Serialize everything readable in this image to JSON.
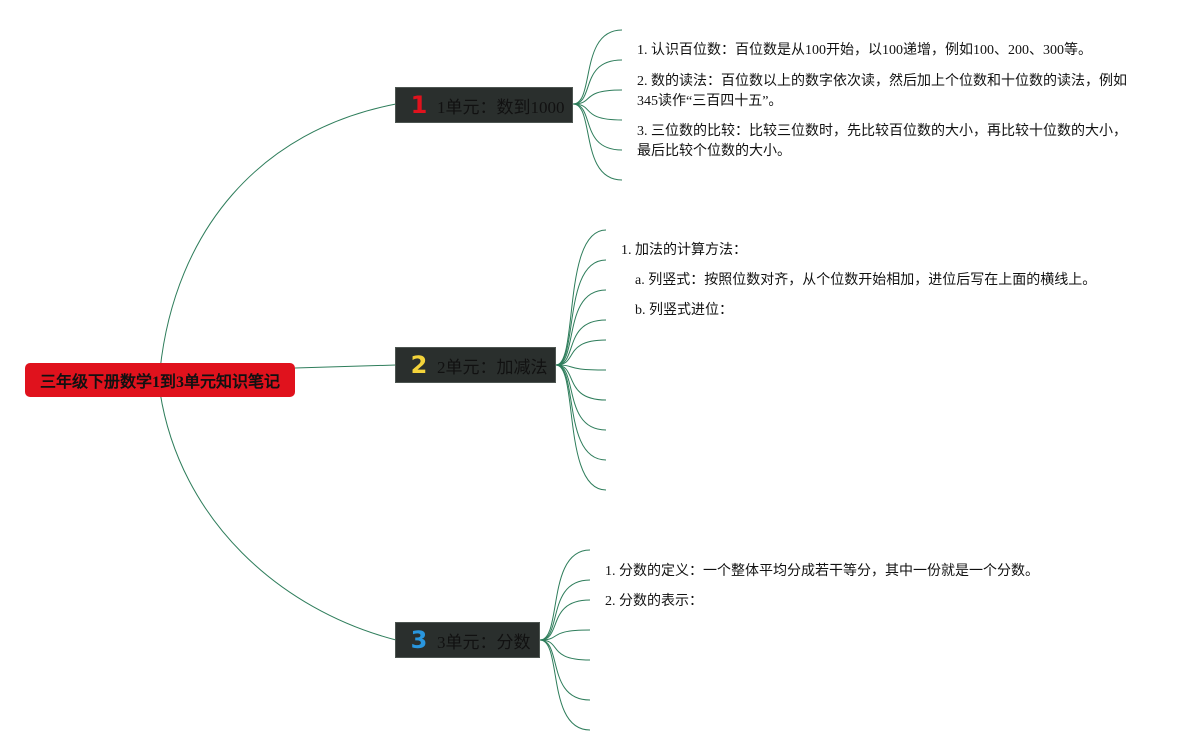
{
  "root": {
    "title": "三年级下册数学1到3单元知识笔记"
  },
  "colors": {
    "root_fill": "#e0121d",
    "node_fill": "#2a2f2d",
    "connector": "#2e7d5b"
  },
  "units": [
    {
      "number": "1",
      "number_color": "#e0121d",
      "label": "1单元：数到1000",
      "notes": [
        "1. 认识百位数：百位数是从100开始，以100递增，例如100、200、300等。",
        "2. 数的读法：百位数以上的数字依次读，然后加上个位数和十位数的读法，例如345读作“三百四十五”。",
        "3. 三位数的比较：比较三位数时，先比较百位数的大小，再比较十位数的大小，最后比较个位数的大小。"
      ]
    },
    {
      "number": "2",
      "number_color": "#f3d33a",
      "label": "2单元：加减法",
      "notes": [
        "1. 加法的计算方法：",
        "a. 列竖式：按照位数对齐，从个位数开始相加，进位后写在上面的横线上。",
        "b. 列竖式进位："
      ]
    },
    {
      "number": "3",
      "number_color": "#2996de",
      "label": "3单元：分数",
      "notes": [
        "1. 分数的定义：一个整体平均分成若干等分，其中一份就是一个分数。",
        "2. 分数的表示："
      ]
    }
  ]
}
